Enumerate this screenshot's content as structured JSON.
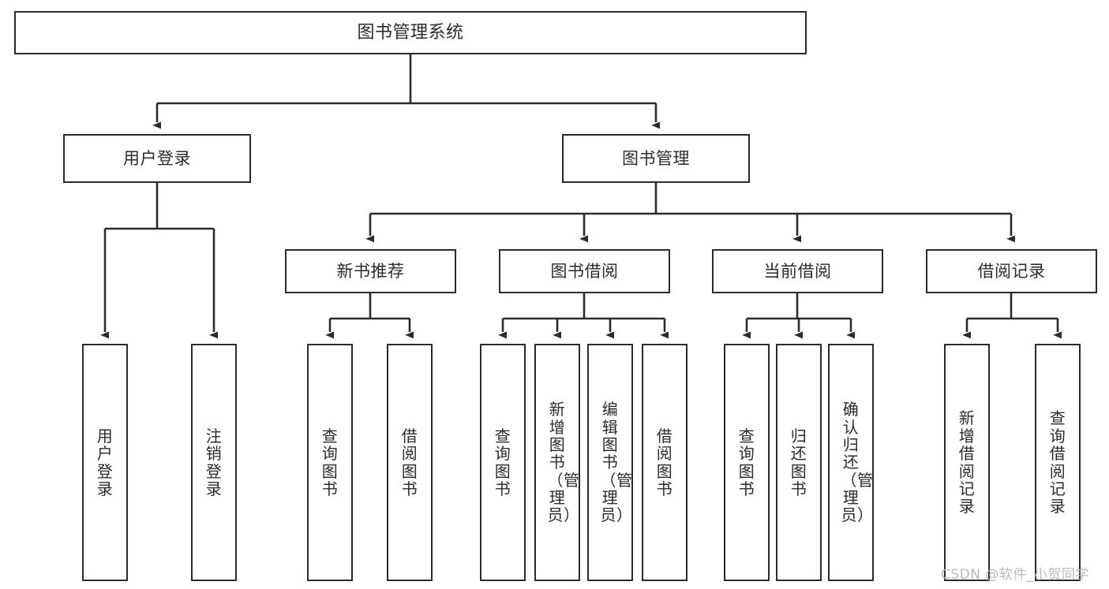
{
  "diagram": {
    "type": "tree",
    "title": "图书管理系统",
    "style": {
      "box_border_color": "#2b2b2b",
      "box_fill_color": "#ffffff",
      "connector_color": "#2b2b2b",
      "background_color": "#ffffff",
      "text_color": "#2b2b2b",
      "watermark_color": "#b9b9b9"
    },
    "root": {
      "label": "图书管理系统"
    },
    "level1": [
      {
        "label": "用户登录"
      },
      {
        "label": "图书管理"
      }
    ],
    "level2": [
      {
        "label": "新书推荐"
      },
      {
        "label": "图书借阅"
      },
      {
        "label": "当前借阅"
      },
      {
        "label": "借阅记录"
      }
    ],
    "leaves": {
      "user_login": [
        {
          "label": "用户登录"
        },
        {
          "label": "注销登录"
        }
      ],
      "new_book_recommend": [
        {
          "label": "查询图书"
        },
        {
          "label": "借阅图书"
        }
      ],
      "book_borrow": [
        {
          "label": "查询图书"
        },
        {
          "label": "新增图书（管理员）"
        },
        {
          "label": "编辑图书（管理员）"
        },
        {
          "label": "借阅图书"
        }
      ],
      "current_borrow": [
        {
          "label": "查询图书"
        },
        {
          "label": "归还图书"
        },
        {
          "label": "确认归还（管理员）"
        }
      ],
      "borrow_record": [
        {
          "label": "新增借阅记录"
        },
        {
          "label": "查询借阅记录"
        }
      ]
    }
  },
  "watermark": {
    "text": "CSDN @软件_小贺同学"
  }
}
